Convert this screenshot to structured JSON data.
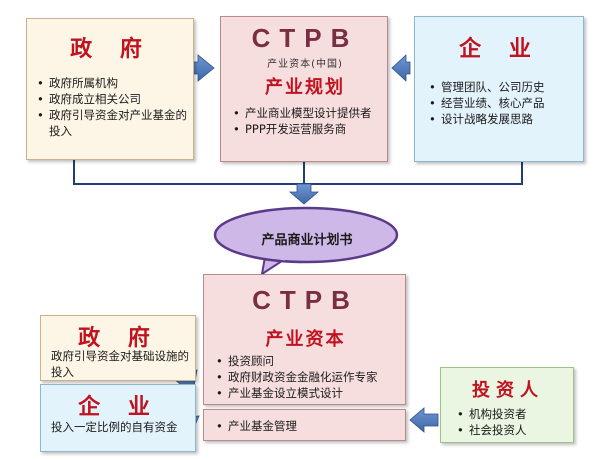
{
  "top": {
    "government": {
      "title": "政 府",
      "items": [
        "政府所属机构",
        "政府成立相关公司",
        "政府引导资金对产业基金的投入"
      ]
    },
    "ctpb": {
      "logo": "CTPB",
      "subtitle": "产业资本(中国)",
      "title": "产业规划",
      "items": [
        "产业商业模型设计提供者",
        "PPP开发运营服务商"
      ]
    },
    "enterprise": {
      "title": "企 业",
      "items": [
        "管理团队、公司历史",
        "经营业绩、核心产品",
        "设计战略发展思路"
      ]
    }
  },
  "callout": {
    "label": "产品商业计划书"
  },
  "bottom": {
    "ctpb": {
      "logo": "CTPB",
      "title": "产业资本",
      "items": [
        "投资顾问",
        "政府财政资金金融化运作专家",
        "产业基金设立模式设计"
      ]
    },
    "fund": {
      "items": [
        "产业基金管理"
      ]
    },
    "government": {
      "title": "政 府",
      "text": "政府引导资金对基础设施的投入"
    },
    "enterprise": {
      "title": "企 业",
      "text": "投入一定比例的自有资金"
    },
    "investor": {
      "title": "投资人",
      "items": [
        "机构投资者",
        "社会投资人"
      ]
    }
  },
  "colors": {
    "title_red": "#c0121f",
    "logo_maroon": "#7a2f3f",
    "arrow_blue": "#4a74b4",
    "line_navy": "#1f3e7a",
    "callout_fill": "#cdb8e8",
    "callout_border": "#5b3a8a"
  }
}
